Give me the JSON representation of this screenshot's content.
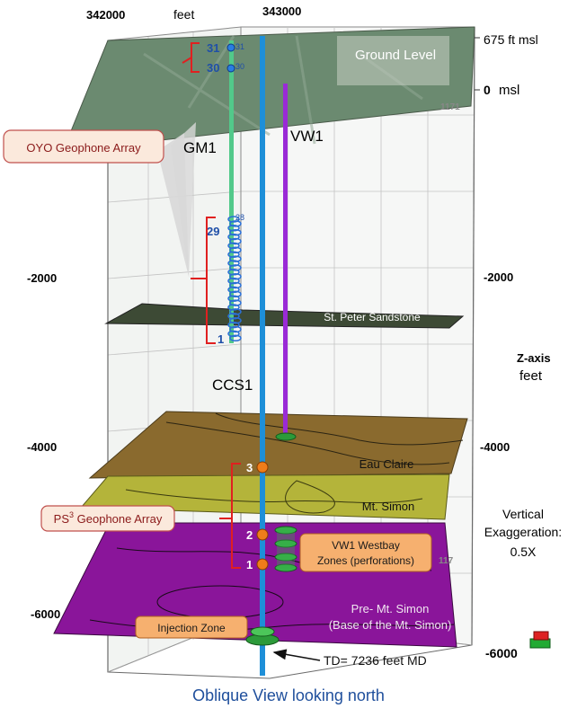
{
  "diagram": {
    "x_ticks": [
      "342000",
      "343000"
    ],
    "x_unit": "feet",
    "left_depth_ticks": [
      "-2000",
      "-4000",
      "-6000"
    ],
    "right_depth_ticks": [
      "0",
      "-2000",
      "-4000",
      "-6000"
    ],
    "elevation_top": "675 ft msl",
    "msl_suffix": "msl",
    "corner_tag": "1171",
    "corner_tag2": "117",
    "ground_label": "Ground Level",
    "wells": {
      "gm1": "GM1",
      "vw1": "VW1",
      "ccs1": "CCS1"
    },
    "gm1_sensor_labels": {
      "top": "31",
      "second": "30",
      "array_top": "29",
      "bottom": "1"
    },
    "gm1_sensor_tags": {
      "t31": "31",
      "t30": "30",
      "t28": "28"
    },
    "formations": {
      "st_peter": "St. Peter Sandstone",
      "eau_claire": "Eau Claire",
      "mt_simon": "Mt. Simon",
      "pre_mt_simon_1": "Pre- Mt. Simon",
      "pre_mt_simon_2": "(Base of the Mt. Simon)"
    },
    "callouts": {
      "oyo": "OYO Geophone  Array",
      "ps3_prefix": "PS",
      "ps3_sup": "3",
      "ps3_suffix": " Geophone  Array",
      "westbay_1": "VW1 Westbay",
      "westbay_2": "Zones (perforations)",
      "injection": "Injection  Zone"
    },
    "ps3_sensor_labels": [
      "3",
      "2",
      "1"
    ],
    "z_axis": {
      "line1": "Z-axis",
      "line2": "feet"
    },
    "exaggeration": {
      "line1": "Vertical",
      "line2": "Exaggeration:",
      "line3": "0.5X"
    },
    "td_label": "TD= 7236 feet MD",
    "caption": "Oblique View looking north",
    "colors": {
      "ground": "#6b8a70",
      "st_peter": "#3d4a35",
      "eau_claire": "#8a6a2e",
      "mt_simon": "#b4b43a",
      "pre_mt_simon": "#8a159a",
      "ccs1": "#1e8fd8",
      "gm1": "#52c98a",
      "vw1": "#9a2ad6",
      "callout_text": "#8b1a1a",
      "callout_border": "#c0504d",
      "bracket": "#e02020",
      "sensor_blue": "#1f4fa8",
      "caption": "#1f4f9c"
    }
  }
}
